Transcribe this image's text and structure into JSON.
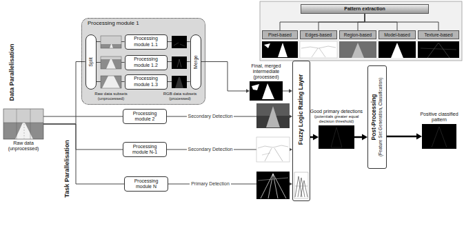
{
  "diagram": {
    "nodes": [
      {
        "text": [
          "Raw data (unprocessed)"
        ]
      },
      {
        "text": [
          "Processing module 1"
        ]
      },
      {
        "text": [
          "Split"
        ],
        "in": 1
      },
      {
        "text": [
          "Processing module 1.1"
        ],
        "in": 1
      },
      {
        "text": [
          "Processing module 1.2"
        ],
        "in": 1
      },
      {
        "text": [
          "Processing module 1.3"
        ],
        "in": 1
      },
      {
        "text": [
          "Merge"
        ],
        "in": 1
      },
      {
        "text": [
          "Processing module 2"
        ]
      },
      {
        "text": [
          "Processing module N-1"
        ]
      },
      {
        "text": [
          "Processing module N"
        ]
      },
      {
        "text": [
          "Final, merged intermediate (processed)"
        ]
      },
      {
        "text": [
          "Fuzzy Logic Rating Layer"
        ]
      },
      {
        "text": [
          "Good primary detections",
          "(potentials greater equal decision threshold)"
        ]
      },
      {
        "text": [
          "Post-Processing",
          "(Feature Set Generation, Classification)"
        ]
      },
      {
        "text": [
          "Positive classified pattern"
        ]
      },
      {
        "text": [
          "Pattern extraction"
        ]
      },
      {
        "text": [
          "Pixel-based"
        ]
      },
      {
        "text": [
          "Edges-based"
        ]
      },
      {
        "text": [
          "Region-based"
        ]
      },
      {
        "text": [
          "Model-based"
        ]
      },
      {
        "text": [
          "Texture-based"
        ]
      }
    ],
    "edges": [
      {
        "from": 0,
        "to": 2,
        "arrow": "none"
      },
      {
        "from": 0,
        "to": 7,
        "arrow": "none"
      },
      {
        "from": 0,
        "to": 8,
        "arrow": "none"
      },
      {
        "from": 0,
        "to": 9,
        "arrow": "none"
      },
      {
        "from": 2,
        "to": 3,
        "arrow": "none"
      },
      {
        "from": 2,
        "to": 4,
        "arrow": "none"
      },
      {
        "from": 2,
        "to": 5,
        "arrow": "none"
      },
      {
        "from": 3,
        "to": 6,
        "arrow": "none"
      },
      {
        "from": 4,
        "to": 6,
        "arrow": "none"
      },
      {
        "from": 5,
        "to": 6,
        "arrow": "none"
      },
      {
        "from": 6,
        "to": 10,
        "arrow": "to"
      },
      {
        "from": 7,
        "to": 11,
        "label": "Secondary Detection",
        "arrow": "to"
      },
      {
        "from": 8,
        "to": 11,
        "label": "Secondary Detection",
        "arrow": "to"
      },
      {
        "from": 9,
        "to": 11,
        "label": "Primary Detection",
        "arrow": "to"
      },
      {
        "from": 10,
        "to": 11,
        "arrow": "to"
      },
      {
        "from": 11,
        "to": 12,
        "arrow": "to"
      },
      {
        "from": 12,
        "to": 13,
        "arrow": "to"
      },
      {
        "from": 13,
        "to": 14,
        "arrow": "to"
      },
      {
        "from": 15,
        "to": 16,
        "arrow": "none"
      },
      {
        "from": 15,
        "to": 17,
        "arrow": "none"
      },
      {
        "from": 15,
        "to": 18,
        "arrow": "none"
      },
      {
        "from": 15,
        "to": 19,
        "arrow": "none"
      },
      {
        "from": 15,
        "to": 20,
        "arrow": "none"
      }
    ],
    "labels": [
      "Data Parallelisation",
      "Task Parallelisation",
      "Raw data subsets (unprocessed)",
      "RGB data subsets (processed)"
    ]
  }
}
